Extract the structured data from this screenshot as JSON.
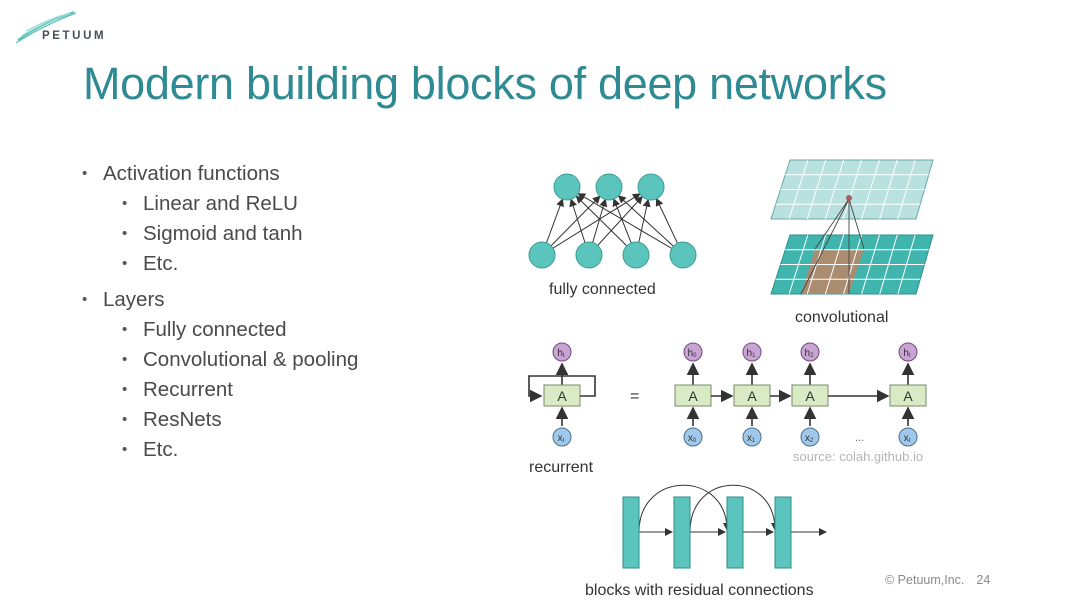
{
  "logo": {
    "text": "PETUUM",
    "icon": "petuum-wave-logo"
  },
  "title": "Modern building blocks of deep networks",
  "bullets": [
    {
      "label": "Activation functions",
      "children": [
        "Linear and ReLU",
        "Sigmoid and tanh",
        "Etc."
      ]
    },
    {
      "label": "Layers",
      "children": [
        "Fully connected",
        "Convolutional & pooling",
        "Recurrent",
        "ResNets",
        "Etc."
      ]
    }
  ],
  "diagrams": {
    "fully_connected": {
      "caption": "fully connected",
      "input_nodes": 4,
      "output_nodes": 3
    },
    "convolutional": {
      "caption": "convolutional"
    },
    "recurrent": {
      "caption": "recurrent",
      "cell_label": "A",
      "equals": "=",
      "folded": {
        "h": "h",
        "h_sub": "t",
        "x": "x",
        "x_sub": "t"
      },
      "unrolled": [
        {
          "h": "h",
          "h_sub": "0",
          "x": "x",
          "x_sub": "0"
        },
        {
          "h": "h",
          "h_sub": "1",
          "x": "x",
          "x_sub": "1"
        },
        {
          "h": "h",
          "h_sub": "2",
          "x": "x",
          "x_sub": "2"
        },
        {
          "h": "h",
          "h_sub": "t",
          "x": "x",
          "x_sub": "t"
        }
      ],
      "ellipsis": "...",
      "source": "source: colah.github.io"
    },
    "residual": {
      "caption": "blocks with residual connections",
      "blocks": 4
    }
  },
  "colors": {
    "title": "#2e8a93",
    "node_teal": "#5bc4bd",
    "cell_green": "#d9ebc5",
    "h_purple": "#c9a3d4",
    "x_blue": "#9fc8ea",
    "patch_brown": "#b08a6e"
  },
  "footer": {
    "copyright": "© Petuum,Inc.",
    "page_number": "24"
  }
}
